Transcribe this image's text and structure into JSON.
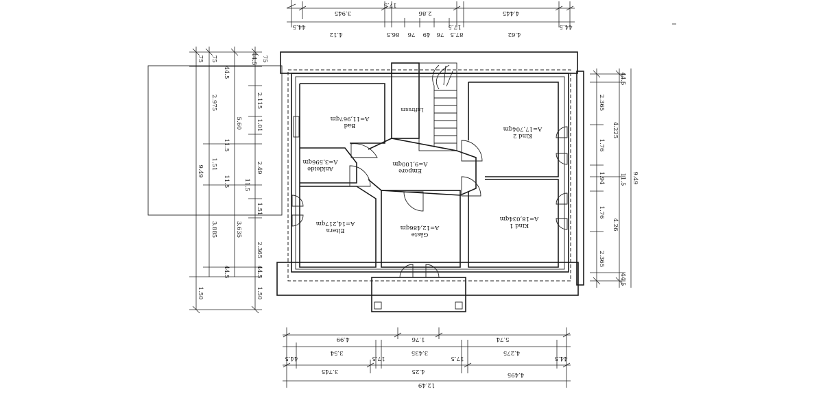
{
  "rooms": [
    {
      "name": "Bad",
      "area": "A=11,967qm"
    },
    {
      "name": "Luftraum",
      "area": ""
    },
    {
      "name": "Kind 2",
      "area": "A=17,704qm"
    },
    {
      "name": "Ankleide",
      "area": "A=3,596qm"
    },
    {
      "name": "Empore",
      "area": "A=9,100qm"
    },
    {
      "name": "Eltern",
      "area": "A=14,217qm"
    },
    {
      "name": "Gäste",
      "area": "A=12,486qm"
    },
    {
      "name": "Kind 1",
      "area": "A=18,034qm"
    }
  ],
  "dims_top": {
    "row1": [
      "44.5",
      "3.945",
      "17.5",
      "2.86",
      "17.5",
      "4.445",
      "44.5"
    ],
    "row2": [
      "4.12",
      "86.5",
      "76",
      "49",
      "76",
      "87.5",
      "4.62"
    ]
  },
  "dims_bottom": {
    "row1": [
      "4.99",
      "1.76",
      "5.74"
    ],
    "row2": [
      "44.5",
      "3.54",
      "17.5",
      "3.435",
      "17.5",
      "4.275",
      "44.5"
    ],
    "row3": [
      "3.745",
      "4.25",
      "4.495"
    ],
    "row4": [
      "12.49"
    ]
  },
  "dims_left": {
    "col_a": [
      "1.50",
      "3.885",
      "1.51",
      "2.975",
      "75",
      "9.49"
    ],
    "col_b": [
      "44.5",
      "11.5",
      "11.5",
      "44.5",
      "75"
    ],
    "col_c": [
      "3.635",
      "5.60",
      "75"
    ],
    "col_d": [
      "1.50",
      "2.365",
      "1.51",
      "2.49",
      "1.01",
      "2.115",
      "44.5",
      "44.5",
      "11.5"
    ]
  },
  "dims_right": {
    "col_a": [
      "44.5",
      "2.365",
      "1.76",
      "1.94",
      "1.76",
      "2.365",
      "44.5"
    ],
    "col_b": [
      "4.26",
      "4.225",
      "11.5"
    ],
    "col_c": [
      "9.49"
    ]
  }
}
